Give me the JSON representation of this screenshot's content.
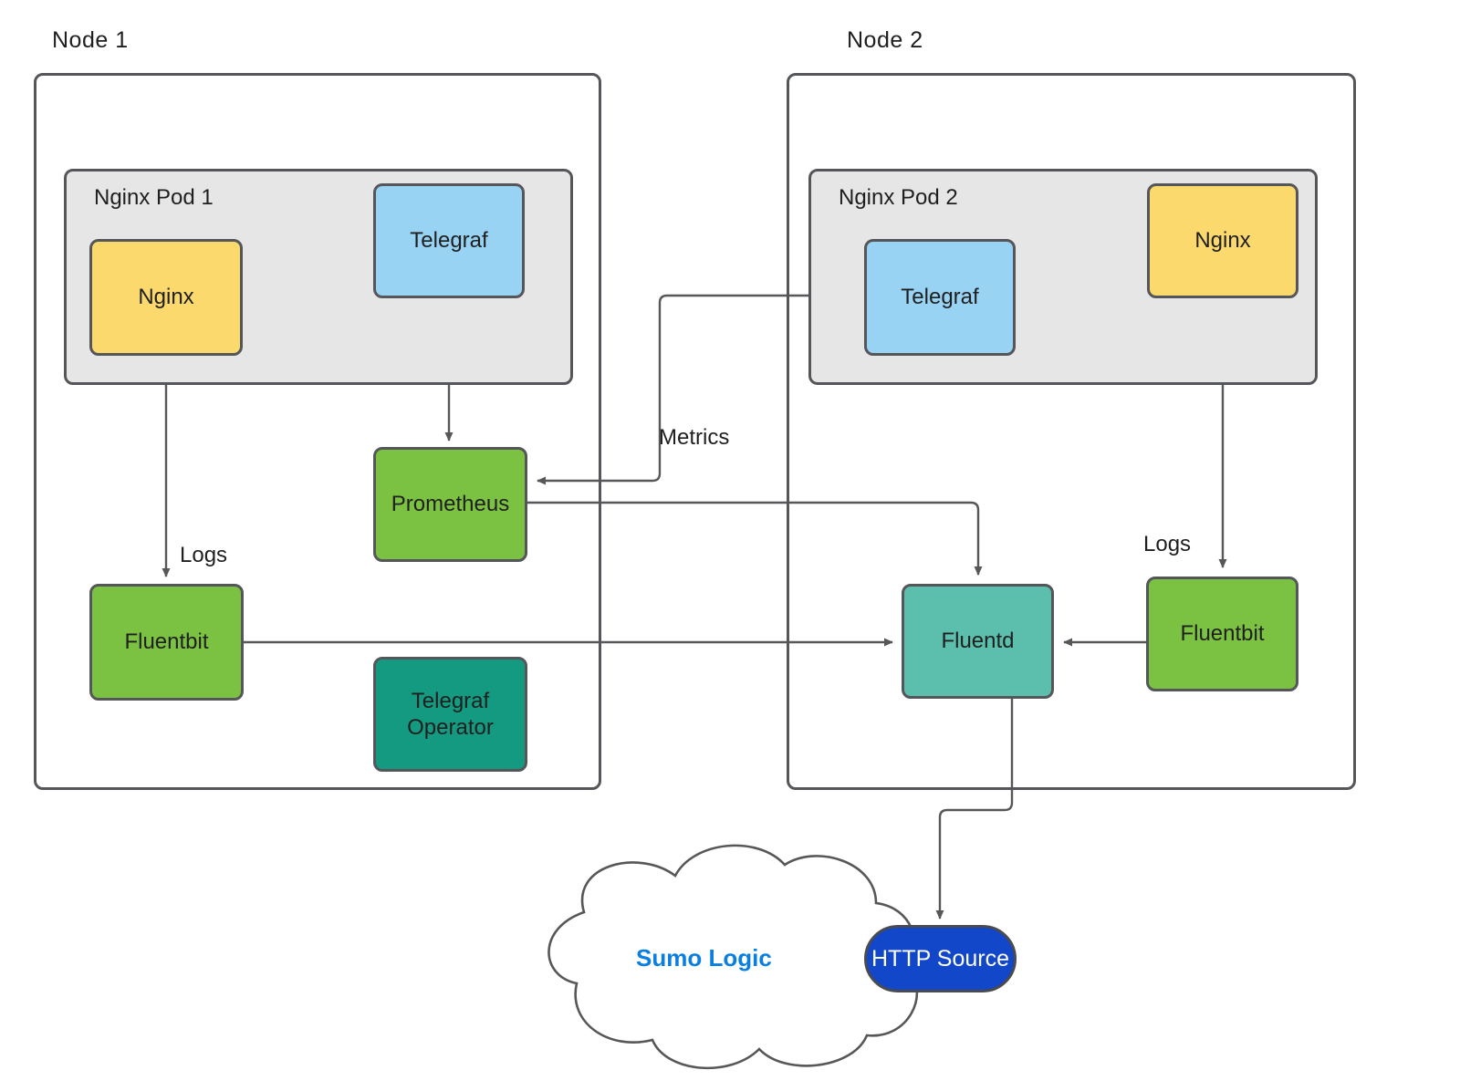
{
  "diagram": {
    "title_node1": "Node  1",
    "title_node2": "Node  2",
    "pods": [
      {
        "id": "pod1",
        "title": "Nginx Pod 1"
      },
      {
        "id": "pod2",
        "title": "Nginx Pod 2"
      }
    ],
    "services": [
      {
        "id": "nginx1",
        "label": "Nginx",
        "color_name": "yellow",
        "color": "#fbd96c"
      },
      {
        "id": "telegraf1",
        "label": "Telegraf",
        "color_name": "blue",
        "color": "#98d3f4"
      },
      {
        "id": "prometheus",
        "label": "Prometheus",
        "color_name": "green",
        "color": "#7cc242"
      },
      {
        "id": "fluentbit1",
        "label": "Fluentbit",
        "color_name": "green",
        "color": "#7cc242"
      },
      {
        "id": "telegraf-operator",
        "label": "Telegraf\nOperator",
        "label_line1": "Telegraf",
        "label_line2": "Operator",
        "color_name": "dkteal",
        "color": "#149a80"
      },
      {
        "id": "telegraf2",
        "label": "Telegraf",
        "color_name": "blue",
        "color": "#98d3f4"
      },
      {
        "id": "nginx2",
        "label": "Nginx",
        "color_name": "yellow",
        "color": "#fbd96c"
      },
      {
        "id": "fluentd",
        "label": "Fluentd",
        "color_name": "teal",
        "color": "#5cbfad"
      },
      {
        "id": "fluentbit2",
        "label": "Fluentbit",
        "color_name": "green",
        "color": "#7cc242"
      }
    ],
    "edge_labels": {
      "metrics": "Metrics",
      "logs_left": "Logs",
      "logs_right": "Logs"
    },
    "cloud": {
      "label": "Sumo Logic",
      "label_color": "#0b7fe0"
    },
    "http_source": {
      "label": "HTTP Source",
      "fill": "#1247ca",
      "text_color": "#ffffff"
    },
    "stroke_color": "#555659",
    "pod_fill": "#e6e6e6"
  }
}
